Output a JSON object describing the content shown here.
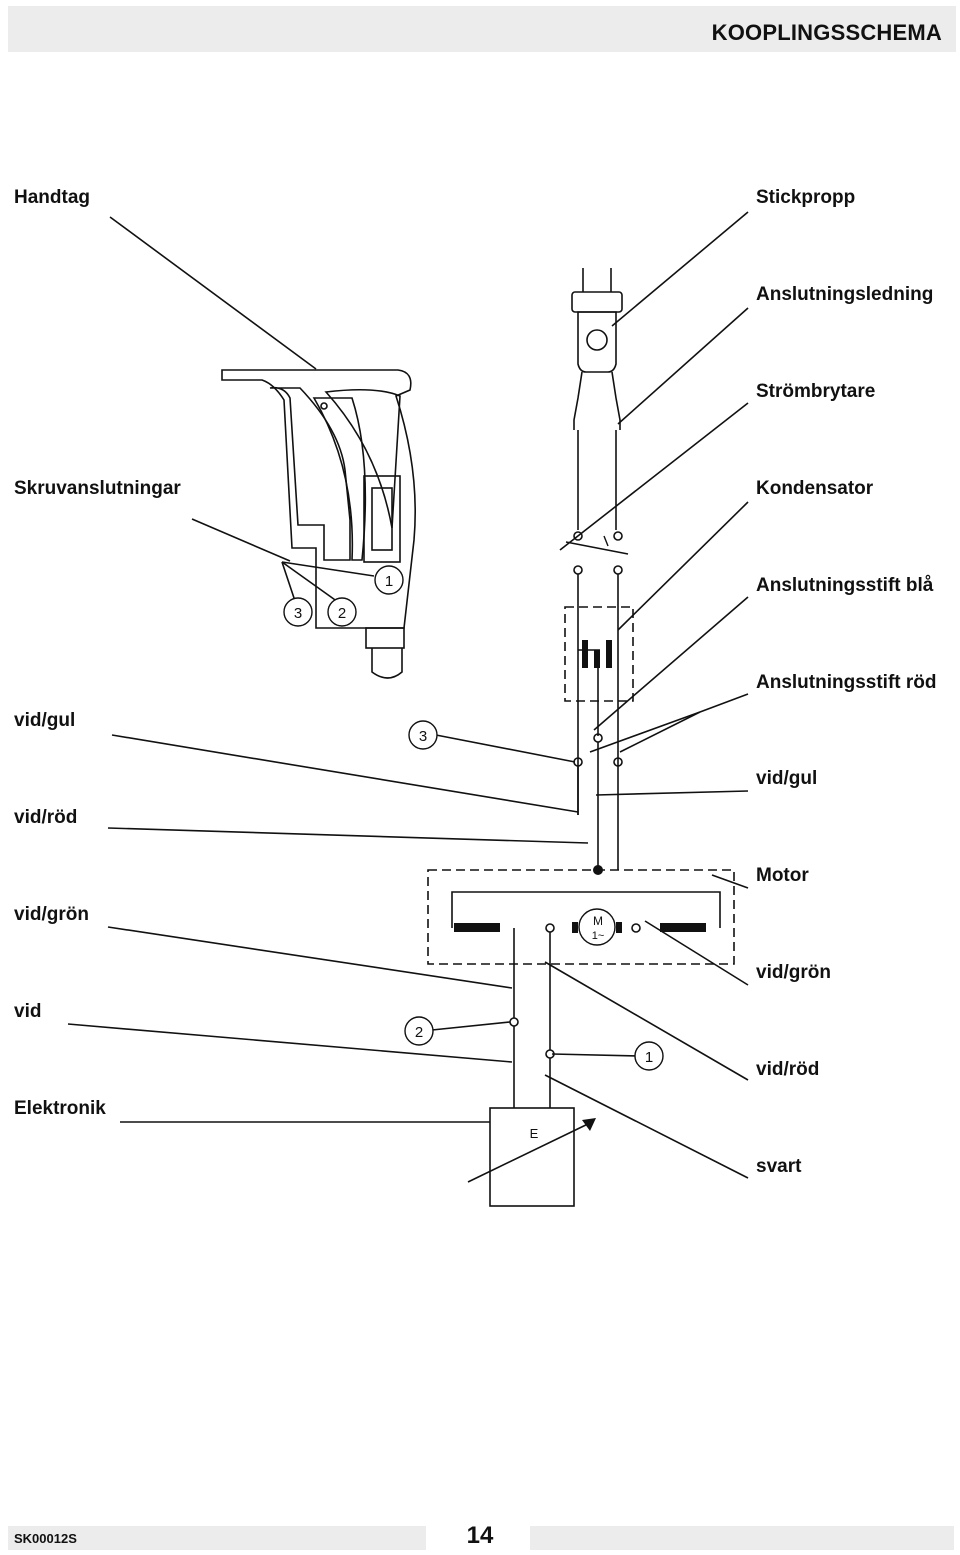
{
  "header": {
    "title": "KOOPLINGSSCHEMA"
  },
  "labels_left": {
    "handtag": "Handtag",
    "skruvanslutningar": "Skruvanslutningar",
    "vid_gul": "vid/gul",
    "vid_rod": "vid/röd",
    "vid_gron": "vid/grön",
    "vid": "vid",
    "elektronik": "Elektronik"
  },
  "labels_right": {
    "stickpropp": "Stickpropp",
    "anslutningsledning": "Anslutningsledning",
    "strombrytare": "Strömbrytare",
    "kondensator": "Kondensator",
    "stift_bla": "Anslutningsstift blå",
    "stift_rod": "Anslutningsstift röd",
    "vid_gul": "vid/gul",
    "motor": "Motor",
    "vid_gron": "vid/grön",
    "vid_rod": "vid/röd",
    "svart": "svart"
  },
  "terminals": {
    "handle_3": "3",
    "handle_2": "2",
    "handle_1": "1",
    "wire_3": "3",
    "wire_2": "2",
    "wire_1": "1"
  },
  "symbols": {
    "motor_m": "M",
    "motor_phase": "1~",
    "electronics_e": "E"
  },
  "footer": {
    "code": "SK00012S",
    "page_number": "14"
  }
}
